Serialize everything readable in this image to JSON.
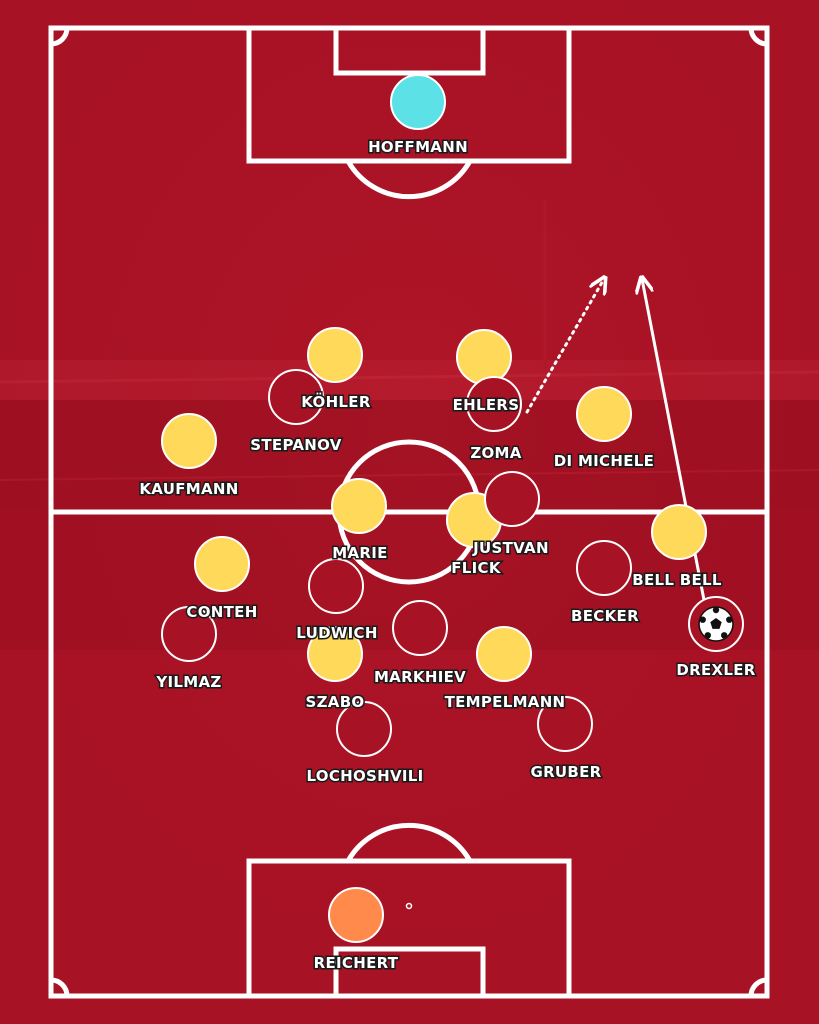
{
  "colors": {
    "background": "#a71224",
    "lines": "#ffffff",
    "team_yellow": "#ffd95a",
    "team_red": "#a71224",
    "goalkeeper_top": "#5ce1e6",
    "goalkeeper_bottom": "#ff8a4c"
  },
  "players": {
    "top_goalkeeper": {
      "name": "HOFFMANN",
      "color": "goalkeeper_top"
    },
    "yellow": [
      {
        "id": "kohler",
        "name": "KÖHLER"
      },
      {
        "id": "ehlers",
        "name": "EHLERS"
      },
      {
        "id": "kaufmann",
        "name": "KAUFMANN"
      },
      {
        "id": "di-michele",
        "name": "DI MICHELE"
      },
      {
        "id": "marie",
        "name": "MARIE"
      },
      {
        "id": "flick",
        "name": "FLICK"
      },
      {
        "id": "bell-bell",
        "name": "BELL BELL"
      },
      {
        "id": "conteh",
        "name": "CONTEH"
      },
      {
        "id": "szabo",
        "name": "SZABO"
      },
      {
        "id": "tempelmann",
        "name": "TEMPELMANN"
      }
    ],
    "red": [
      {
        "id": "stepanov",
        "name": "STEPANOV"
      },
      {
        "id": "zoma",
        "name": "ZOMA"
      },
      {
        "id": "justvan",
        "name": "JUSTVAN"
      },
      {
        "id": "becker",
        "name": "BECKER"
      },
      {
        "id": "drexler",
        "name": "DREXLER",
        "has_ball": true
      },
      {
        "id": "ludwich",
        "name": "LUDWICH"
      },
      {
        "id": "markhiev",
        "name": "MARKHIEV"
      },
      {
        "id": "yilmaz",
        "name": "YILMAZ"
      },
      {
        "id": "lochoshvili",
        "name": "LOCHOSHVILI"
      },
      {
        "id": "gruber",
        "name": "GRUBER"
      }
    ],
    "bottom_goalkeeper": {
      "name": "REICHERT",
      "color": "goalkeeper_bottom"
    }
  },
  "arrows": [
    {
      "id": "zoma-run",
      "style": "dotted"
    },
    {
      "id": "drexler-pass",
      "style": "solid"
    }
  ],
  "ball_icon": "soccer-ball-icon"
}
